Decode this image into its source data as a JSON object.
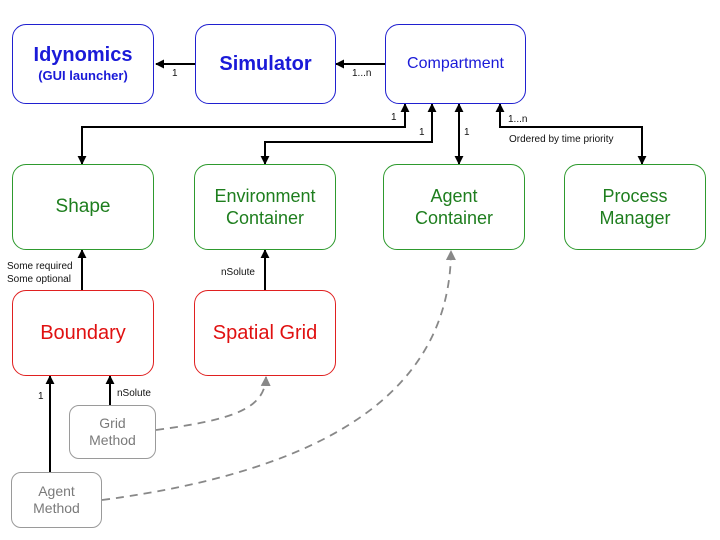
{
  "nodes": {
    "idynomics": {
      "title": "Idynomics",
      "subtitle": "(GUI launcher)"
    },
    "simulator": {
      "title": "Simulator"
    },
    "compartment": {
      "title": "Compartment"
    },
    "shape": {
      "title": "Shape"
    },
    "environment_container": {
      "line1": "Environment",
      "line2": "Container"
    },
    "agent_container": {
      "line1": "Agent",
      "line2": "Container"
    },
    "process_manager": {
      "line1": "Process",
      "line2": "Manager"
    },
    "boundary": {
      "title": "Boundary"
    },
    "spatial_grid": {
      "title": "Spatial Grid"
    },
    "grid_method": {
      "line1": "Grid",
      "line2": "Method"
    },
    "agent_method": {
      "line1": "Agent",
      "line2": "Method"
    }
  },
  "edge_labels": {
    "simulator_to_idynomics": "1",
    "compartment_to_simulator": "1...n",
    "compartment_shape": "1",
    "compartment_environment": "1",
    "compartment_agent": "1",
    "compartment_process": "1...n",
    "process_note": "Ordered by time priority",
    "boundary_shape_line1": "Some required",
    "boundary_shape_line2": "Some optional",
    "spatialgrid_environment": "nSolute",
    "agentmethod_boundary": "1",
    "gridmethod_boundary": "nSolute"
  },
  "colors": {
    "blue": "#2020d0",
    "green": "#2e9a2e",
    "red": "#e02020",
    "grey": "#9a9a9a"
  }
}
